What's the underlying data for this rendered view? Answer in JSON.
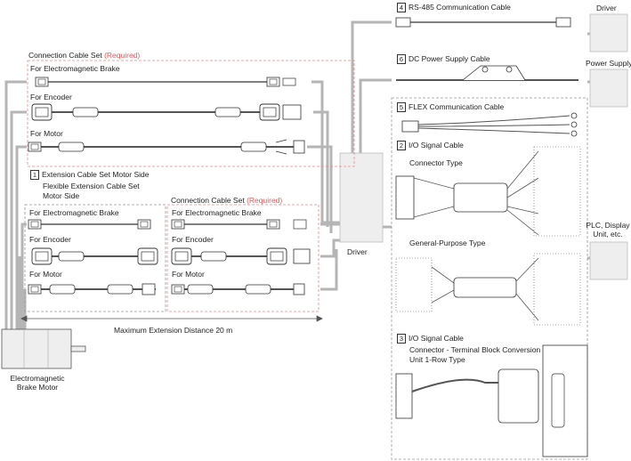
{
  "top_right": {
    "driver_label": "Driver",
    "power_supply_label": "Power Supply",
    "plc_label_line1": "PLC, Display",
    "plc_label_line2": "Unit, etc."
  },
  "cables": {
    "rs485": {
      "num": "4",
      "label": "RS-485 Communication Cable"
    },
    "dc_power": {
      "num": "6",
      "label": "DC Power Supply Cable"
    },
    "flex": {
      "num": "5",
      "label": "FLEX Communication Cable"
    },
    "io": {
      "num": "2",
      "label": "I/O Signal Cable",
      "connector_type": "Connector Type",
      "general_type": "General-Purpose Type"
    },
    "io_terminal": {
      "num": "3",
      "label": "I/O Signal Cable",
      "line2": "Connector - Terminal Block Conversion",
      "line3": "Unit 1-Row Type"
    }
  },
  "connection_set_top": {
    "title": "Connection Cable Set",
    "required": "(Required)",
    "brake": "For Electromagnetic Brake",
    "encoder": "For Encoder",
    "motor": "For Motor"
  },
  "extension": {
    "num": "1",
    "line1": "Extension Cable Set Motor Side",
    "line2": "Flexible Extension Cable Set",
    "line3": "Motor Side",
    "brake": "For Electromagnetic Brake",
    "encoder": "For Encoder",
    "motor": "For Motor"
  },
  "connection_set_bottom": {
    "title": "Connection Cable Set",
    "required": "(Required)",
    "brake": "For Electromagnetic Brake",
    "encoder": "For Encoder",
    "motor": "For Motor"
  },
  "driver_center": "Driver",
  "max_distance": "Maximum Extension Distance 20 m",
  "motor_label_line1": "Electromagnetic",
  "motor_label_line2": "Brake Motor",
  "colors": {
    "wire_gray": "#b5b5b5",
    "required_red": "#e05a5a",
    "dashed_red": "#e88888",
    "dashed_gray": "#999999",
    "box_fill": "#eeeeee"
  }
}
